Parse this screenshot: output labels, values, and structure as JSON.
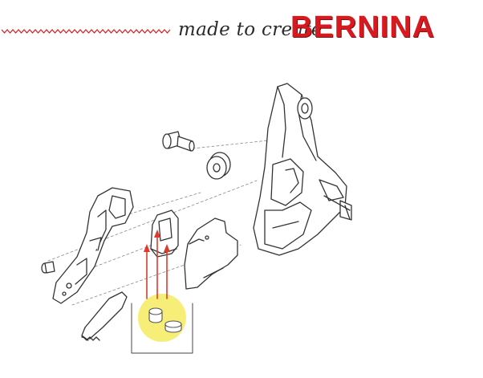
{
  "header": {
    "tagline": "made to create",
    "brand": "BERNINA",
    "brand_color": "#d71920",
    "divider_style": "red zigzag line"
  },
  "diagram": {
    "type": "exploded technical line drawing of a presser-foot assembly",
    "parts": [
      "shoulder-screw",
      "washer",
      "main-foot-body-with-pin",
      "lever-arm-bracket",
      "small-rivet-pin",
      "u-shaped-clip",
      "flat-plate",
      "toothed-slider"
    ],
    "callout": {
      "arrow_color": "#e03a2e",
      "arrow_count": 3,
      "highlight_color": "#f7ee78",
      "content": "two cylindrical bushings / rubber pads"
    }
  }
}
